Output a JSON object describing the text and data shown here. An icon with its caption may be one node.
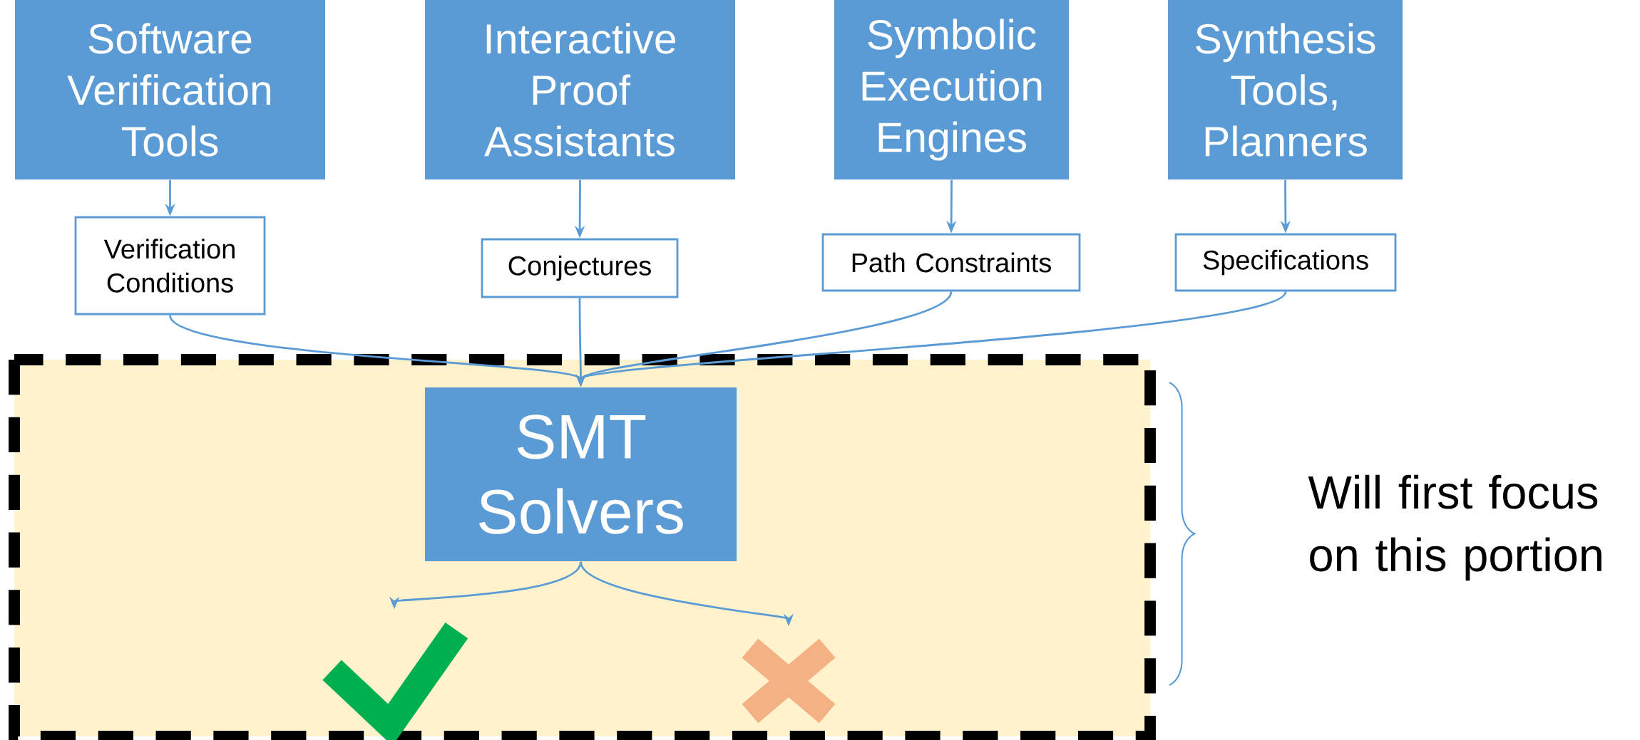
{
  "diagram": {
    "nodes": [
      {
        "text": [
          "Software Verification Tools"
        ]
      },
      {
        "text": [
          "Interactive Proof Assistants"
        ]
      },
      {
        "text": [
          "Symbolic Execution Engines"
        ]
      },
      {
        "text": [
          "Synthesis Tools, Planners"
        ]
      },
      {
        "text": [
          "Verification Conditions"
        ]
      },
      {
        "text": [
          "Conjectures"
        ]
      },
      {
        "text": [
          "Path Constraints"
        ]
      },
      {
        "text": [
          "Specifications"
        ]
      },
      {
        "text": [
          "SMT Solvers"
        ]
      },
      {
        "text": [],
        "shape": "checkmark"
      },
      {
        "text": [],
        "shape": "cross"
      }
    ],
    "edges": [
      {
        "from": 0,
        "to": 4,
        "arrow": "to"
      },
      {
        "from": 1,
        "to": 5,
        "arrow": "to"
      },
      {
        "from": 2,
        "to": 6,
        "arrow": "to"
      },
      {
        "from": 3,
        "to": 7,
        "arrow": "to"
      },
      {
        "from": 4,
        "to": 8,
        "arrow": "to"
      },
      {
        "from": 5,
        "to": 8,
        "arrow": "to"
      },
      {
        "from": 6,
        "to": 8,
        "arrow": "to"
      },
      {
        "from": 7,
        "to": 8,
        "arrow": "to"
      },
      {
        "from": 8,
        "to": 9,
        "arrow": "to"
      },
      {
        "from": 8,
        "to": 10,
        "arrow": "to"
      }
    ],
    "labels": [
      "Will first focus on this portion"
    ]
  }
}
